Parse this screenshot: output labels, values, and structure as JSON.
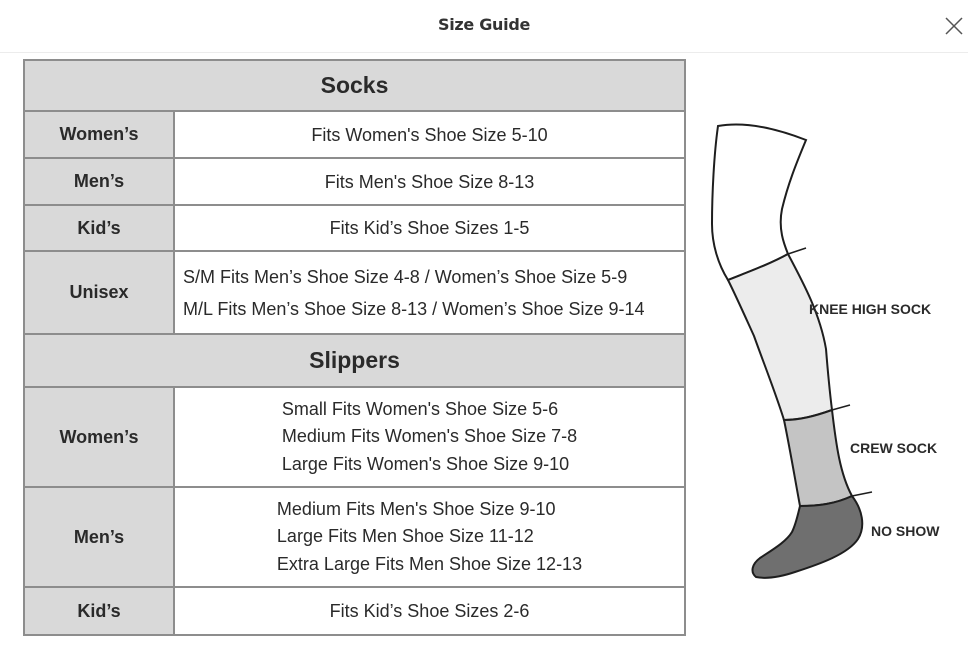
{
  "modal": {
    "title": "Size Guide",
    "close_icon": "close-icon"
  },
  "size_guide": {
    "socks": {
      "heading": "Socks",
      "rows": [
        {
          "label": "Women’s",
          "lines": [
            "Fits Women's Shoe Size 5-10"
          ]
        },
        {
          "label": "Men’s",
          "lines": [
            "Fits Men's Shoe Size 8-13"
          ]
        },
        {
          "label": "Kid’s",
          "lines": [
            "Fits  Kid’s Shoe Sizes 1-5"
          ]
        },
        {
          "label": "Unisex",
          "lines": [
            "S/M Fits Men’s Shoe Size 4-8 / Women’s Shoe Size 5-9",
            "M/L Fits Men’s Shoe Size 8-13 / Women’s Shoe Size 9-14"
          ]
        }
      ]
    },
    "slippers": {
      "heading": "Slippers",
      "rows": [
        {
          "label": "Women’s",
          "lines": [
            "Small Fits Women's Shoe Size 5-6",
            "Medium Fits Women's Shoe Size 7-8",
            "Large Fits Women's Shoe Size 9-10"
          ]
        },
        {
          "label": "Men’s",
          "lines": [
            "Medium Fits Men's Shoe Size 9-10",
            "Large Fits Men Shoe Size 11-12",
            "Extra Large Fits Men Shoe Size 12-13"
          ]
        },
        {
          "label": "Kid’s",
          "lines": [
            "Fits  Kid’s Shoe Sizes 2-6"
          ]
        }
      ]
    },
    "illustration": {
      "labels": {
        "knee_high": "KNEE HIGH SOCK",
        "crew": "CREW SOCK",
        "no_show": "NO SHOW"
      },
      "colors": {
        "knee_high_fill": "#ffffff",
        "crew_fill": "#ececec",
        "ankle_fill": "#c4c4c4",
        "no_show_fill": "#6f6f6f",
        "outline": "#1e1e1e"
      }
    },
    "colors": {
      "header_cell": "#d9d9d9",
      "border": "#8d8d8d",
      "text": "#2a2a2a"
    }
  }
}
